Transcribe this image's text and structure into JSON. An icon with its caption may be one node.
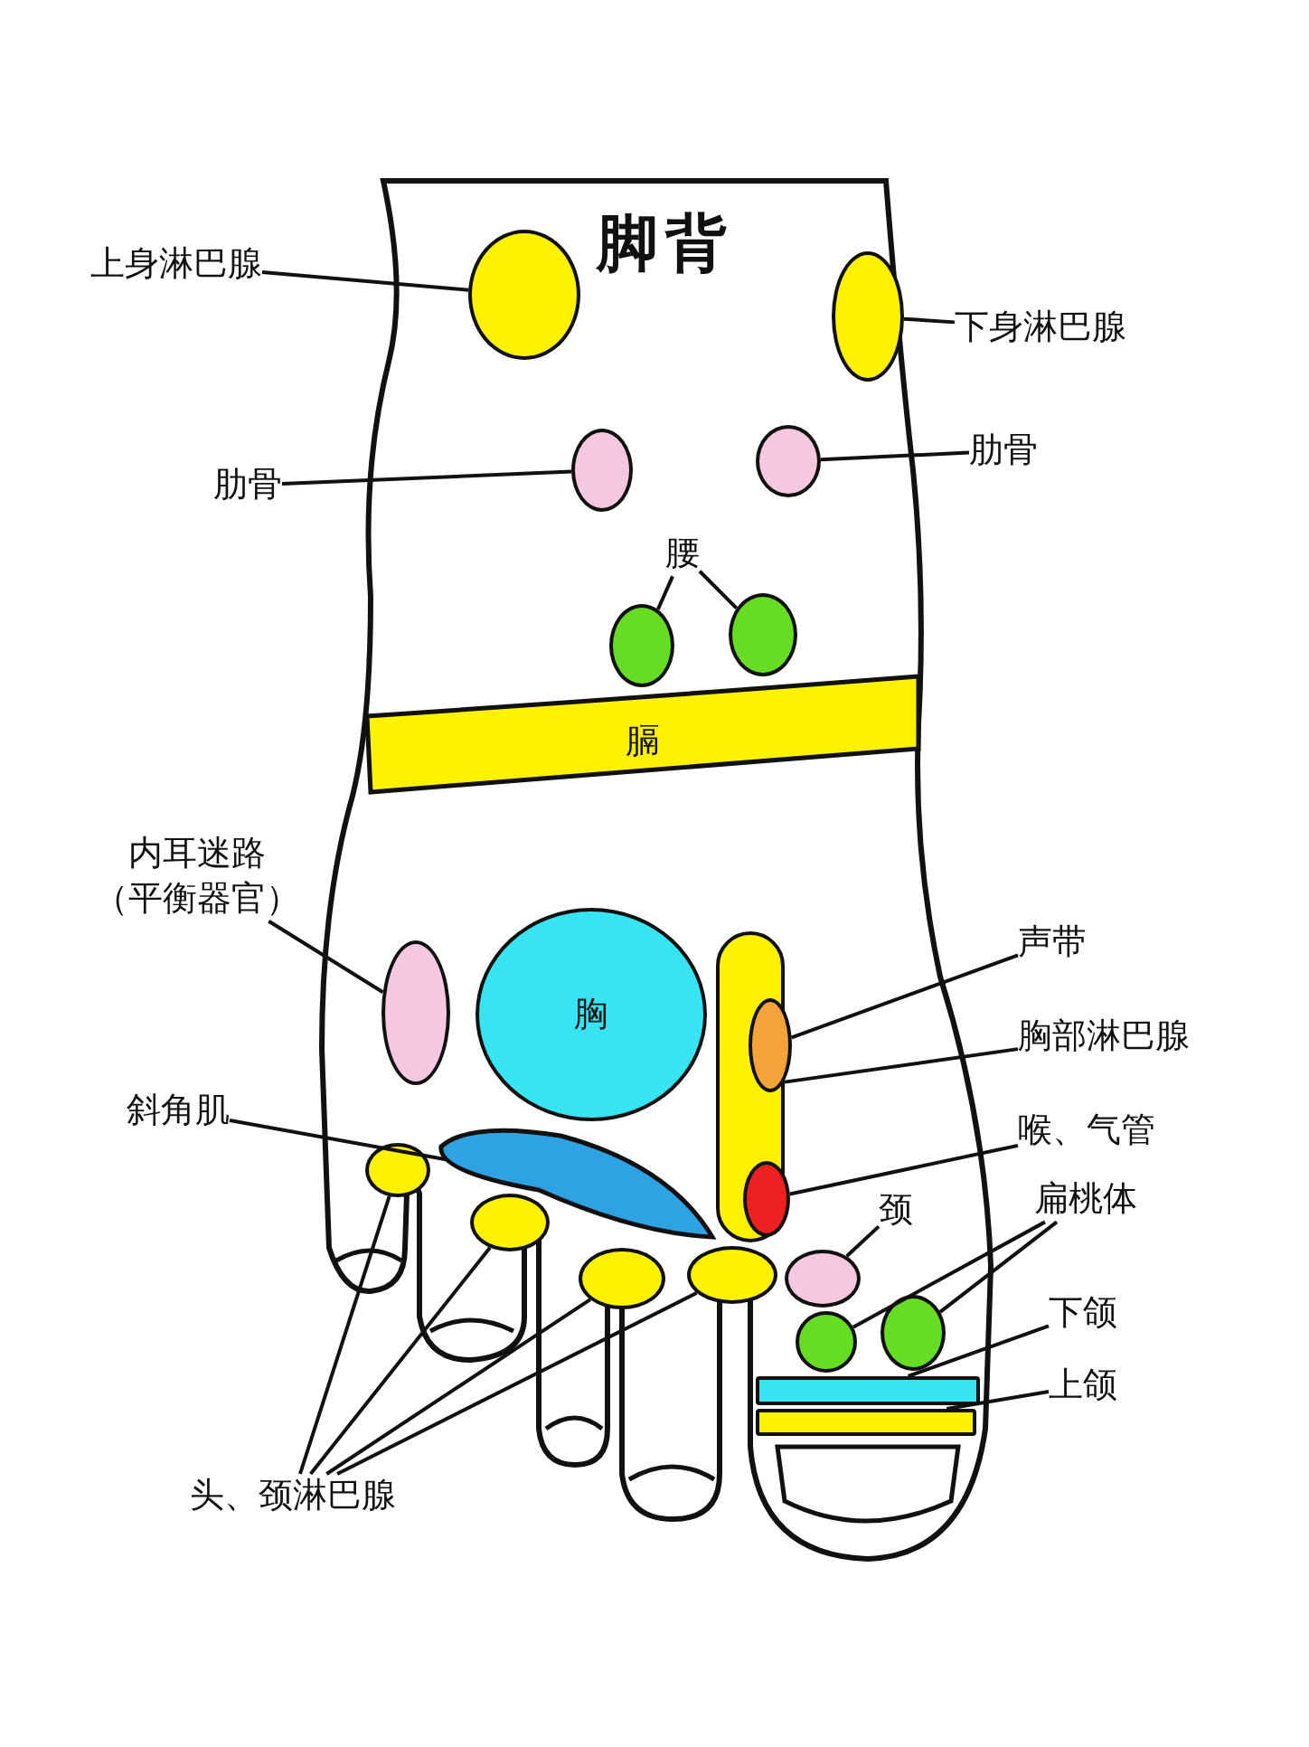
{
  "diagram": {
    "title": "脚背",
    "nodes": [
      {
        "text": [
          "上身淋巴腺"
        ]
      },
      {
        "text": [],
        "shape": "circle"
      },
      {
        "text": [],
        "shape": "circle"
      },
      {
        "text": [
          "下身淋巴腺"
        ]
      },
      {
        "text": [
          "肋骨"
        ]
      },
      {
        "text": [],
        "shape": "circle"
      },
      {
        "text": [],
        "shape": "circle"
      },
      {
        "text": [
          "肋骨"
        ]
      },
      {
        "text": [
          "腰"
        ]
      },
      {
        "text": [],
        "shape": "circle"
      },
      {
        "text": [],
        "shape": "circle"
      },
      {
        "text": [
          "膈"
        ]
      },
      {
        "text": [
          "内耳迷路",
          "（平衡器官）"
        ]
      },
      {
        "text": [],
        "shape": "circle"
      },
      {
        "text": [
          "胸"
        ]
      },
      {
        "text": [
          "斜角肌"
        ]
      },
      {
        "text": [],
        "shape": "ellipse"
      },
      {
        "text": [],
        "shape": "bar"
      },
      {
        "text": [],
        "shape": "circle",
        "in": 17
      },
      {
        "text": [
          "声带"
        ]
      },
      {
        "text": [
          "胸部淋巴腺"
        ]
      },
      {
        "text": [],
        "shape": "circle",
        "in": 17
      },
      {
        "text": [
          "喉、气管"
        ]
      },
      {
        "text": [
          "颈"
        ]
      },
      {
        "text": [],
        "shape": "circle"
      },
      {
        "text": [
          "扁桃体"
        ]
      },
      {
        "text": [],
        "shape": "circle"
      },
      {
        "text": [],
        "shape": "circle"
      },
      {
        "text": [],
        "shape": "bar"
      },
      {
        "text": [
          "下颌"
        ]
      },
      {
        "text": [],
        "shape": "bar"
      },
      {
        "text": [
          "上颌"
        ]
      },
      {
        "text": [],
        "shape": "circle"
      },
      {
        "text": [],
        "shape": "circle"
      },
      {
        "text": [],
        "shape": "circle"
      },
      {
        "text": [],
        "shape": "circle"
      },
      {
        "text": [
          "头、颈淋巴腺"
        ]
      }
    ],
    "edges": [
      {
        "from": 0,
        "to": 1,
        "arrow": "none"
      },
      {
        "from": 3,
        "to": 2,
        "arrow": "none"
      },
      {
        "from": 4,
        "to": 5,
        "arrow": "none"
      },
      {
        "from": 7,
        "to": 6,
        "arrow": "none"
      },
      {
        "from": 8,
        "to": 9,
        "arrow": "none"
      },
      {
        "from": 8,
        "to": 10,
        "arrow": "none"
      },
      {
        "from": 12,
        "to": 13,
        "arrow": "none"
      },
      {
        "from": 15,
        "to": 16,
        "arrow": "none"
      },
      {
        "from": 19,
        "to": 18,
        "arrow": "none"
      },
      {
        "from": 20,
        "to": 17,
        "arrow": "none"
      },
      {
        "from": 22,
        "to": 21,
        "arrow": "none"
      },
      {
        "from": 23,
        "to": 24,
        "arrow": "none"
      },
      {
        "from": 25,
        "to": 26,
        "arrow": "none"
      },
      {
        "from": 25,
        "to": 27,
        "arrow": "none"
      },
      {
        "from": 29,
        "to": 28,
        "arrow": "none"
      },
      {
        "from": 31,
        "to": 30,
        "arrow": "none"
      },
      {
        "from": 36,
        "to": 32,
        "arrow": "none"
      },
      {
        "from": 36,
        "to": 33,
        "arrow": "none"
      },
      {
        "from": 36,
        "to": 34,
        "arrow": "none"
      },
      {
        "from": 36,
        "to": 35,
        "arrow": "none"
      }
    ]
  }
}
